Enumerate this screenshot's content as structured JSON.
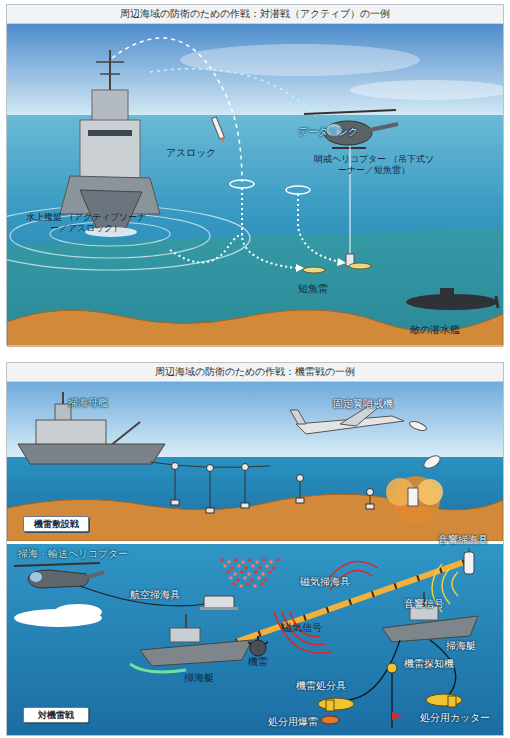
{
  "diagram": {
    "nodes": [
      {
        "text": [
          "周辺海域の防衛のための作戦：対潜戦（アクティブ）の一例"
        ]
      },
      {
        "text": [
          "周辺海域の防衛のための作戦：機雷戦の一例"
        ]
      },
      {
        "text": [
          "機雷敷設戦"
        ],
        "in": 1
      },
      {
        "text": [
          "対機雷戦"
        ],
        "in": 1
      }
    ],
    "labels": [
      "データリンク",
      "アスロック",
      "哨戒ヘリコプター （吊下式ソーナー／短魚雷）",
      "水上艦艇 （アクティブソーナー／アスロック）",
      "短魚雷",
      "敵の潜水艦",
      "掃海母艦",
      "固定翼哨戒機",
      "掃海・輸送ヘリコプター",
      "航空掃海具",
      "磁気掃海具",
      "音響掃海具",
      "音響信号",
      "磁気信号",
      "機雷",
      "掃海艇",
      "掃海艇",
      "機雷探知機",
      "機雷処分具",
      "処分用爆雷",
      "処分用カッター"
    ]
  }
}
